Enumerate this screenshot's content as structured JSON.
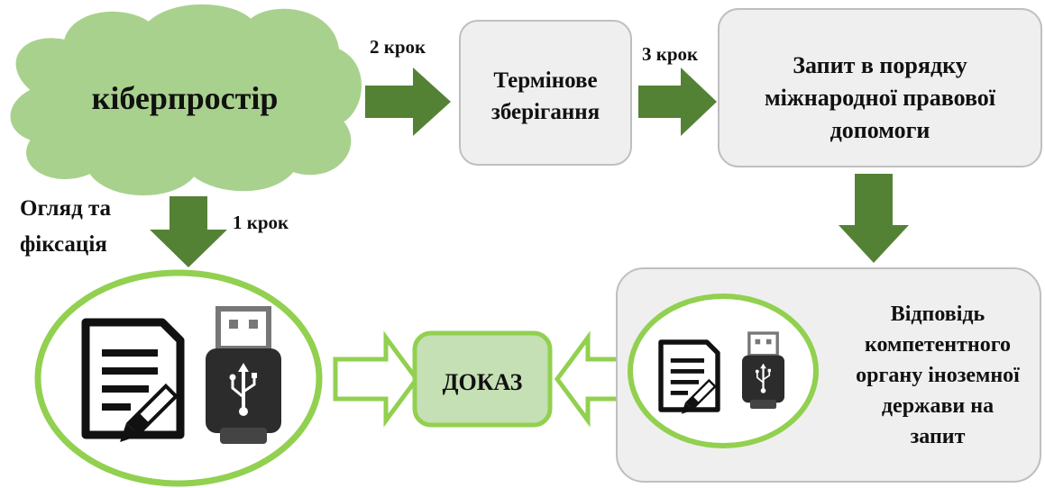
{
  "nodes": {
    "cyberspace": "кіберпростір",
    "urgent_storage": [
      "Термінове",
      "зберігання"
    ],
    "legal_assistance": [
      "Запит в порядку",
      "міжнародної правової",
      "допомоги"
    ],
    "foreign_response": [
      "Відповідь",
      "компетентного",
      "органу іноземної",
      "держави на",
      "запит"
    ],
    "evidence": "ДОКАЗ"
  },
  "steps": {
    "step1": "1 крок",
    "step2": "2 крок",
    "step3": "3 крок",
    "inspection": [
      "Огляд та",
      "фіксація"
    ]
  },
  "colors": {
    "cloud_fill": "#a9d18e",
    "arrow_dark": "#548235",
    "ring_green": "#92d050",
    "box_gray": "#efefef",
    "evidence_fill": "#c5e0b4"
  },
  "icons": [
    "document-edit-icon",
    "usb-drive-icon"
  ]
}
